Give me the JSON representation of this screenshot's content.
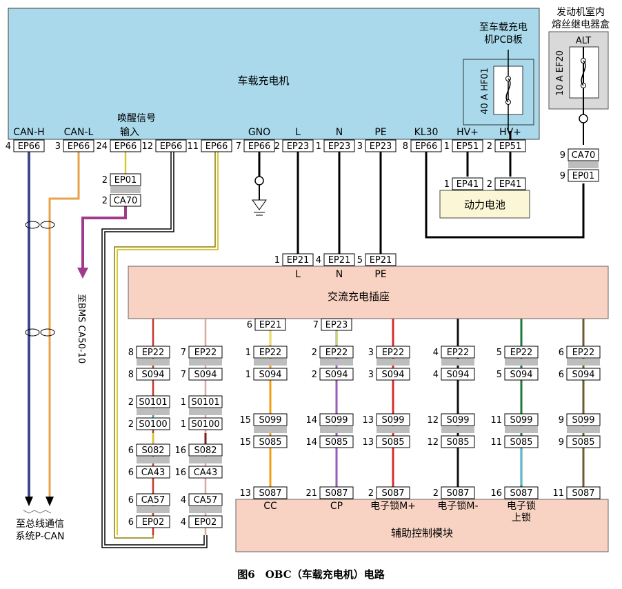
{
  "caption": "图6　OBC（车载充电机）电路",
  "blocks": {
    "obc": "车载充电机",
    "obc_pcb": [
      "至车载充电",
      "机PCB板"
    ],
    "fuse_hf01": "40 A HF01",
    "engine_box": [
      "发动机室内",
      "熔丝继电器盒"
    ],
    "alt": "ALT",
    "fuse_ef20": "10 A EF20",
    "battery": "动力电池",
    "ac_socket": "交流充电插座",
    "aux_module": "辅助控制模块"
  },
  "notes": {
    "bms": "至BMS CA50-10",
    "pcan": [
      "至总线通信",
      "系统P-CAN"
    ]
  },
  "obc_pins": [
    {
      "label": "CAN-H",
      "num": "4",
      "conn": "EP66"
    },
    {
      "label": "CAN-L",
      "num": "3",
      "conn": "EP66"
    },
    {
      "label": "唤醒信号",
      "label2": "输入",
      "num": "24",
      "conn": "EP66"
    },
    {
      "label": "",
      "num": "12",
      "conn": "EP66"
    },
    {
      "label": "",
      "num": "11",
      "conn": "EP66"
    },
    {
      "label": "GNO",
      "num": "7",
      "conn": "EP66"
    },
    {
      "label": "L",
      "num": "2",
      "conn": "EP23"
    },
    {
      "label": "N",
      "num": "1",
      "conn": "EP23"
    },
    {
      "label": "PE",
      "num": "3",
      "conn": "EP23"
    },
    {
      "label": "KL30",
      "num": "8",
      "conn": "EP66"
    },
    {
      "label": "HV+",
      "num": "1",
      "conn": "EP51"
    },
    {
      "label": "HV+",
      "num": "2",
      "conn": "EP51"
    }
  ],
  "connectors": [
    {
      "num": "2",
      "conn": "EP01"
    },
    {
      "num": "2",
      "conn": "CA70"
    },
    {
      "num": "1",
      "conn": "EP41"
    },
    {
      "num": "2",
      "conn": "EP41"
    },
    {
      "num": "9",
      "conn": "CA70"
    },
    {
      "num": "9",
      "conn": "EP01"
    }
  ],
  "socket_top": [
    {
      "num": "1",
      "conn": "EP21",
      "label": "L"
    },
    {
      "num": "4",
      "conn": "EP21",
      "label": "N"
    },
    {
      "num": "5",
      "conn": "EP21",
      "label": "PE"
    }
  ],
  "left_chain": [
    {
      "color": "#c0392b",
      "chain": [
        [
          "8",
          "EP22"
        ],
        [
          "8",
          "S094"
        ],
        [
          "2",
          "S0101"
        ],
        [
          "2",
          "S0100"
        ],
        [
          "6",
          "S082"
        ],
        [
          "6",
          "CA43"
        ],
        [
          "6",
          "CA57"
        ],
        [
          "6",
          "EP02"
        ]
      ]
    },
    {
      "color": "#d9a8a0",
      "chain": [
        [
          "7",
          "EP22"
        ],
        [
          "7",
          "S094"
        ],
        [
          "1",
          "S0101"
        ],
        [
          "1",
          "S0100"
        ],
        [
          "16",
          "S082"
        ],
        [
          "16",
          "CA43"
        ],
        [
          "4",
          "CA57"
        ],
        [
          "4",
          "EP02"
        ]
      ]
    }
  ],
  "aux_cols": [
    {
      "color": "#f39c12",
      "top": [
        "6",
        "EP21"
      ],
      "chain": [
        [
          "1",
          "EP22"
        ],
        [
          "1",
          "S094"
        ],
        [
          "15",
          "S099"
        ],
        [
          "15",
          "S085"
        ],
        [
          "13",
          "S087"
        ]
      ],
      "label": "CC"
    },
    {
      "color": "#9b59b6",
      "top": [
        "7",
        "EP23"
      ],
      "chain": [
        [
          "2",
          "EP22"
        ],
        [
          "2",
          "S094"
        ],
        [
          "14",
          "S099"
        ],
        [
          "14",
          "S085"
        ],
        [
          "21",
          "S087"
        ]
      ],
      "label": "CP"
    },
    {
      "color": "#d62c2c",
      "chain": [
        [
          "3",
          "EP22"
        ],
        [
          "3",
          "S094"
        ],
        [
          "13",
          "S099"
        ],
        [
          "13",
          "S085"
        ],
        [
          "2",
          "S087"
        ]
      ],
      "label": "电子锁M+"
    },
    {
      "color": "#111111",
      "chain": [
        [
          "4",
          "EP22"
        ],
        [
          "4",
          "S094"
        ],
        [
          "12",
          "S099"
        ],
        [
          "12",
          "S085"
        ],
        [
          "2",
          "S087"
        ]
      ],
      "label": "电子锁M-"
    },
    {
      "color": "#1f7a3a",
      "chain": [
        [
          "5",
          "EP22"
        ],
        [
          "5",
          "S094"
        ],
        [
          "11",
          "S099"
        ],
        [
          "11",
          "S085"
        ],
        [
          "16",
          "S087"
        ]
      ],
      "label": "电子锁",
      "label2": "上锁"
    },
    {
      "color": "#6b5b2e",
      "chain": [
        [
          "6",
          "EP22"
        ],
        [
          "6",
          "S094"
        ],
        [
          "9",
          "S099"
        ],
        [
          "9",
          "S085"
        ],
        [
          "11",
          "S087"
        ]
      ],
      "label": ""
    }
  ],
  "colors": {
    "obc_fill": "#a9d9ea",
    "box_fill": "#f8d3c3",
    "battery_fill": "#fbf7d6",
    "relay_fill": "#d9d9d9",
    "can_h": "#3d4a8a",
    "can_l": "#e8a24a",
    "bms_wire": "#a03a8c",
    "wake_wire": "#d8c830"
  }
}
